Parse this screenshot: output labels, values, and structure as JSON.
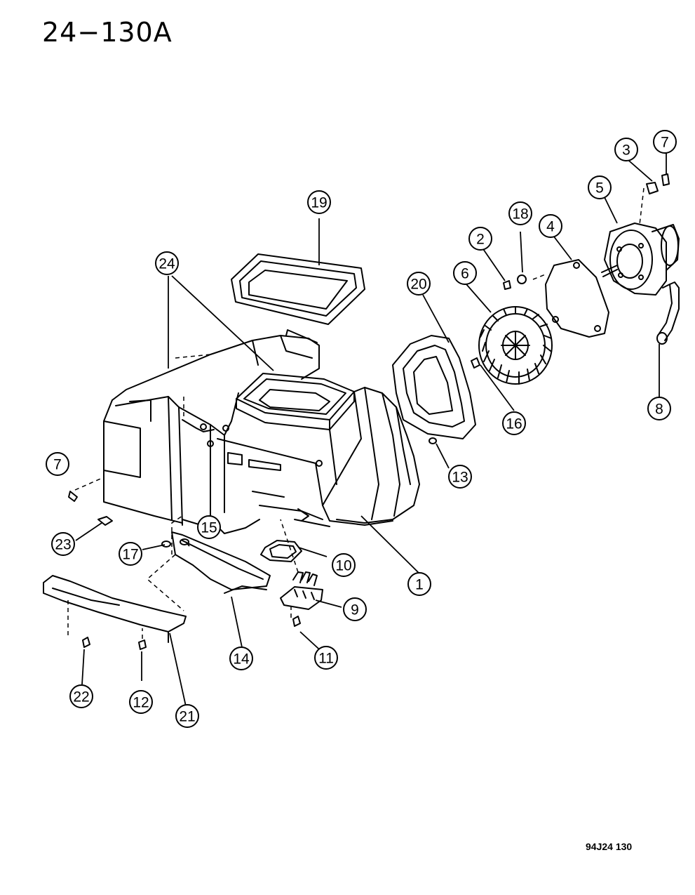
{
  "page": {
    "title": "24−130A",
    "footer_code": "94J24 130"
  },
  "callouts": [
    {
      "id": "c1",
      "label": "1",
      "part": "heater-housing"
    },
    {
      "id": "c2",
      "label": "2",
      "part": "clip"
    },
    {
      "id": "c3",
      "label": "3",
      "part": "nut"
    },
    {
      "id": "c4",
      "label": "4",
      "part": "gasket"
    },
    {
      "id": "c5",
      "label": "5",
      "part": "blower-motor"
    },
    {
      "id": "c6",
      "label": "6",
      "part": "blower-wheel"
    },
    {
      "id": "c7a",
      "label": "7",
      "part": "screw"
    },
    {
      "id": "c7b",
      "label": "7",
      "part": "screw"
    },
    {
      "id": "c8",
      "label": "8",
      "part": "hose"
    },
    {
      "id": "c9",
      "label": "9",
      "part": "resistor"
    },
    {
      "id": "c10",
      "label": "10",
      "part": "seal"
    },
    {
      "id": "c11",
      "label": "11",
      "part": "screw"
    },
    {
      "id": "c12",
      "label": "12",
      "part": "screw"
    },
    {
      "id": "c13",
      "label": "13",
      "part": "grommet"
    },
    {
      "id": "c14",
      "label": "14",
      "part": "cover"
    },
    {
      "id": "c15",
      "label": "15",
      "part": "screw"
    },
    {
      "id": "c16",
      "label": "16",
      "part": "nut"
    },
    {
      "id": "c17",
      "label": "17",
      "part": "nut"
    },
    {
      "id": "c18",
      "label": "18",
      "part": "plug"
    },
    {
      "id": "c19",
      "label": "19",
      "part": "seal"
    },
    {
      "id": "c20",
      "label": "20",
      "part": "seal"
    },
    {
      "id": "c21",
      "label": "21",
      "part": "bracket"
    },
    {
      "id": "c22",
      "label": "22",
      "part": "screw"
    },
    {
      "id": "c23",
      "label": "23",
      "part": "clip"
    },
    {
      "id": "c24",
      "label": "24",
      "part": "housing"
    }
  ]
}
